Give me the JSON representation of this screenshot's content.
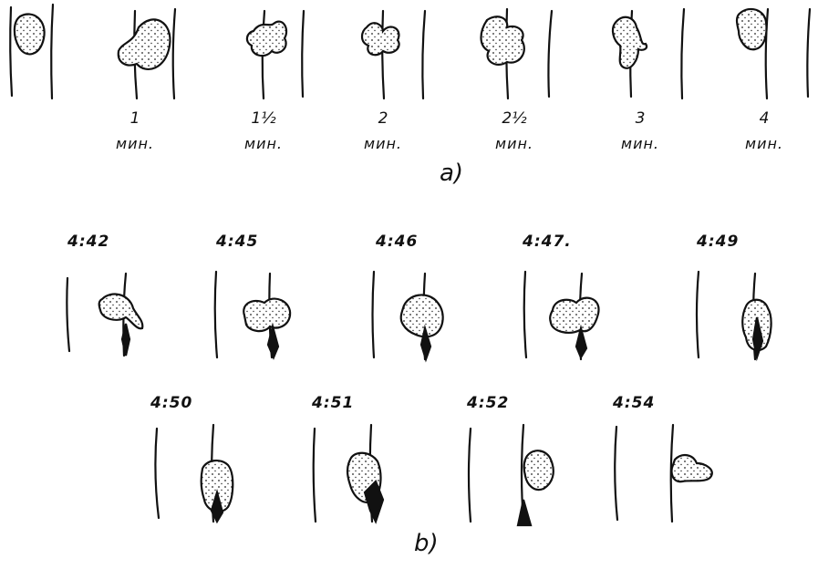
{
  "panel_a": {
    "label": "a)",
    "frames": [
      {
        "value": "",
        "unit": ""
      },
      {
        "value": "1",
        "unit": "мин."
      },
      {
        "value": "1½",
        "unit": "мин."
      },
      {
        "value": "2",
        "unit": "мин."
      },
      {
        "value": "2½",
        "unit": "мин."
      },
      {
        "value": "3",
        "unit": "мин."
      },
      {
        "value": "4",
        "unit": "мин."
      }
    ]
  },
  "panel_b": {
    "label": "b)",
    "row1": [
      "4:42",
      "4:45",
      "4:46",
      "4:47.",
      "4:49"
    ],
    "row2": [
      "4:50",
      "4:51",
      "4:52",
      "4:54"
    ]
  }
}
